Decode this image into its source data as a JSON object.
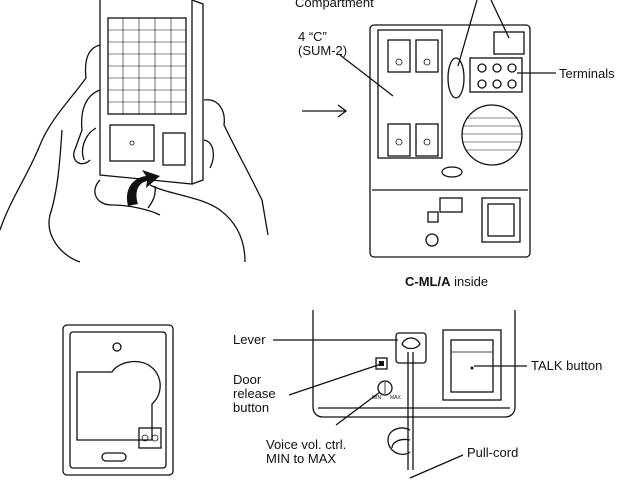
{
  "labels": {
    "compartment": "Compartment",
    "battery": "4 “C”\n(SUM-2)",
    "terminals": "Terminals",
    "caption_model": "C-ML/A",
    "caption_suffix": " inside",
    "lever": "Lever",
    "door_release": "Door\nrelease\nbutton",
    "voice_vol": "Voice vol. ctrl.\nMIN to MAX",
    "talk_button": "TALK button",
    "pull_cord": "Pull-cord"
  },
  "small_marks": {
    "min": "MIN",
    "max": "MAX"
  }
}
